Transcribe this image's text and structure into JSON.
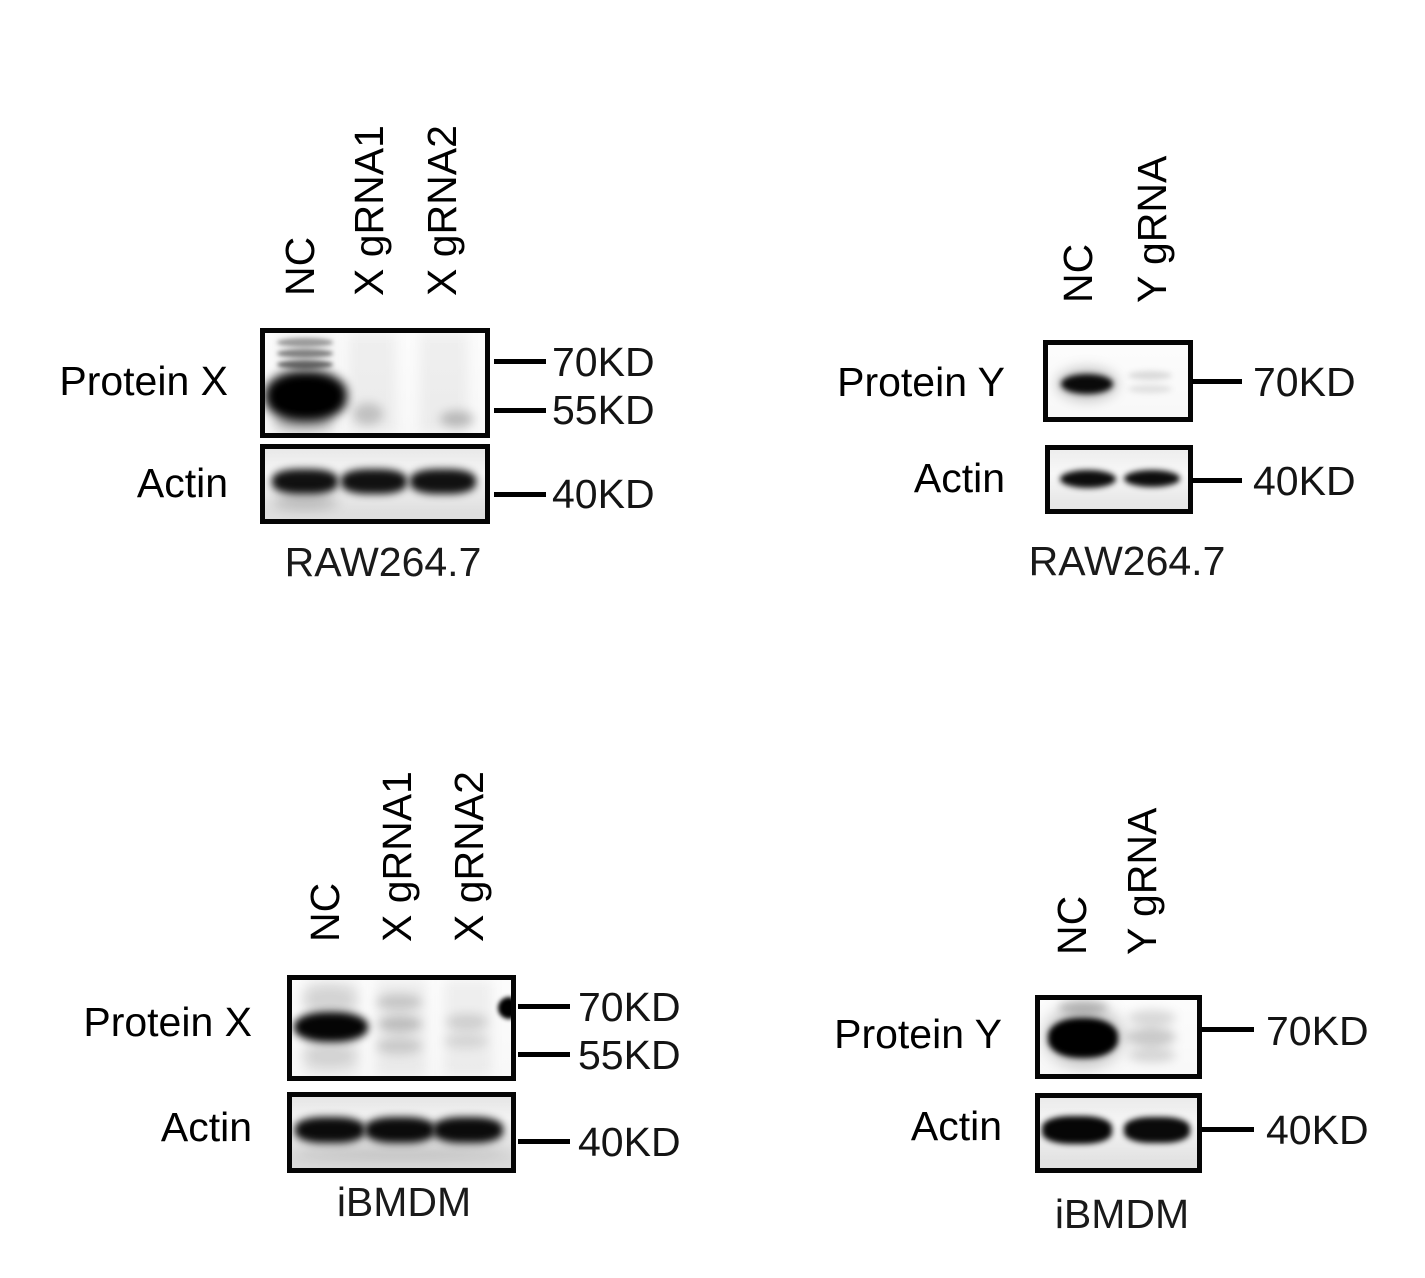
{
  "figure": {
    "type": "western-blot",
    "background_color": "#ffffff",
    "text_color": "#000000",
    "panels": [
      {
        "cell_line": "RAW264.7",
        "target": "Protein X",
        "control": "Actin",
        "lanes": [
          "NC",
          "X gRNA1",
          "X gRNA2"
        ],
        "markers": {
          "target": [
            "70KD",
            "55KD"
          ],
          "control": [
            "40KD"
          ]
        },
        "band_summary": {
          "target": [
            "strong",
            "faint",
            "faint"
          ],
          "control": [
            "present",
            "present",
            "present"
          ]
        }
      },
      {
        "cell_line": "RAW264.7",
        "target": "Protein Y",
        "control": "Actin",
        "lanes": [
          "NC",
          "Y gRNA"
        ],
        "markers": {
          "target": [
            "70KD"
          ],
          "control": [
            "40KD"
          ]
        },
        "band_summary": {
          "target": [
            "strong",
            "very faint"
          ],
          "control": [
            "present",
            "present"
          ]
        }
      },
      {
        "cell_line": "iBMDM",
        "target": "Protein X",
        "control": "Actin",
        "lanes": [
          "NC",
          "X gRNA1",
          "X gRNA2"
        ],
        "markers": {
          "target": [
            "70KD",
            "55KD"
          ],
          "control": [
            "40KD"
          ]
        },
        "band_summary": {
          "target": [
            "strong",
            "faint",
            "very faint"
          ],
          "control": [
            "present",
            "present",
            "present"
          ]
        }
      },
      {
        "cell_line": "iBMDM",
        "target": "Protein Y",
        "control": "Actin",
        "lanes": [
          "NC",
          "Y gRNA"
        ],
        "markers": {
          "target": [
            "70KD"
          ],
          "control": [
            "40KD"
          ]
        },
        "band_summary": {
          "target": [
            "strong",
            "faint"
          ],
          "control": [
            "present",
            "present"
          ]
        }
      }
    ]
  }
}
